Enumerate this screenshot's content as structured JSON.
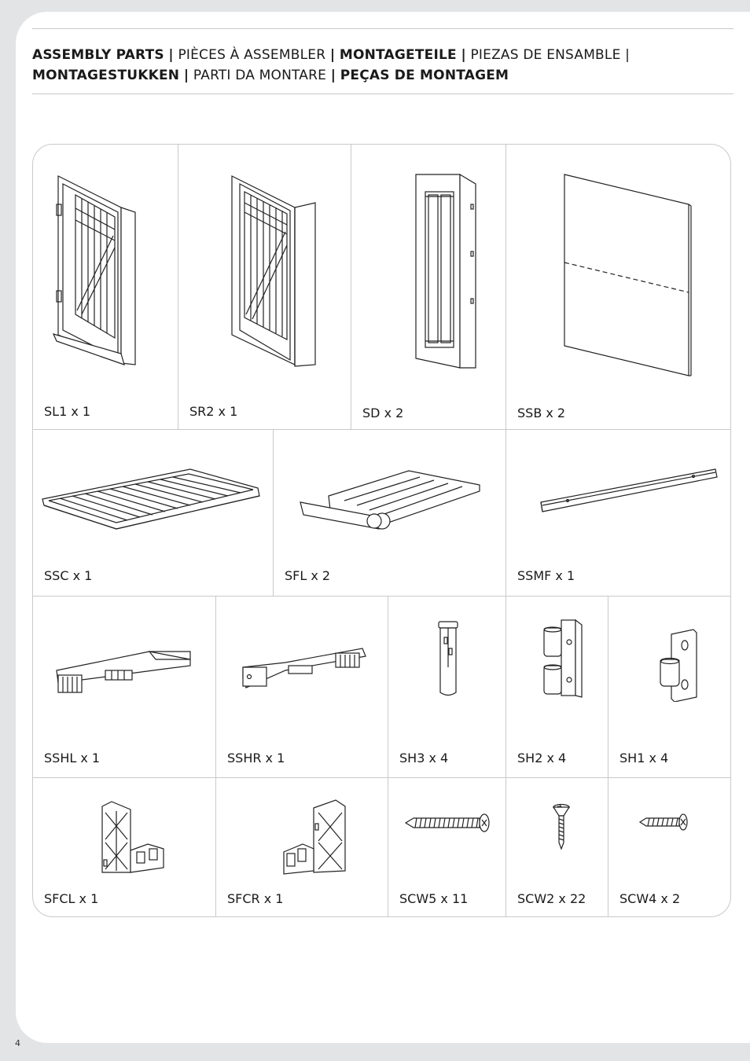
{
  "header": {
    "p1": "ASSEMBLY PARTS",
    "p2": "PIÈCES À ASSEMBLER",
    "p3": "MONTAGETEILE",
    "p4": "PIEZAS DE ENSAMBLE",
    "p5": "MONTAGESTUKKEN",
    "p6": "PARTI DA MONTARE",
    "p7": "PEÇAS DE MONTAGEM",
    "sep": "|"
  },
  "parts": {
    "sl1": "SL1 x 1",
    "sr2": "SR2 x 1",
    "sd": "SD x 2",
    "ssb": "SSB x 2",
    "ssc": "SSC x 1",
    "sfl": "SFL x 2",
    "ssmf": "SSMF x 1",
    "sshl": "SSHL x 1",
    "sshr": "SSHR x 1",
    "sh3": "SH3 x 4",
    "sh2": "SH2 x 4",
    "sh1": "SH1 x 4",
    "sfcl": "SFCL x 1",
    "sfcr": "SFCR x 1",
    "scw5": "SCW5 x 11",
    "scw2": "SCW2 x 22",
    "scw4": "SCW4 x 2"
  },
  "page_number": "4"
}
